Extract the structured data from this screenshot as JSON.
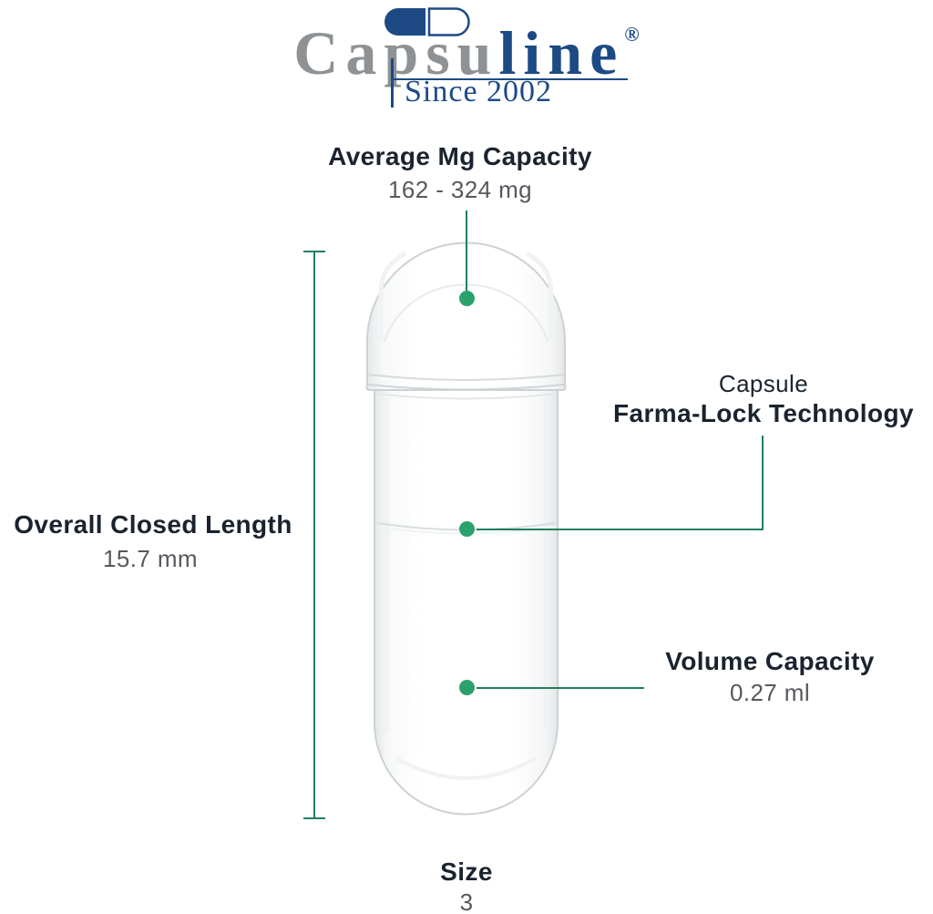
{
  "colors": {
    "accent_green_dot": "#2ba26c",
    "accent_green_line": "#21805a",
    "heading_navy": "#1a232e",
    "value_gray": "#55595e",
    "logo_blue": "#1d4a85",
    "logo_gray": "#8e9295"
  },
  "logo": {
    "icon": "capsule-pill-icon",
    "brand_part1": "Capsu",
    "brand_part2": "line",
    "registered_mark": "®",
    "tagline": "Since 2002"
  },
  "callouts": {
    "mg_capacity": {
      "title": "Average Mg Capacity",
      "value": "162 - 324 mg"
    },
    "closed_length": {
      "title": "Overall Closed Length",
      "value": "15.7 mm"
    },
    "farma_lock": {
      "subtitle": "Capsule",
      "title": "Farma-Lock Technology"
    },
    "volume_capacity": {
      "title": "Volume Capacity",
      "value": "0.27 ml"
    },
    "size": {
      "title": "Size",
      "value": "3"
    }
  }
}
